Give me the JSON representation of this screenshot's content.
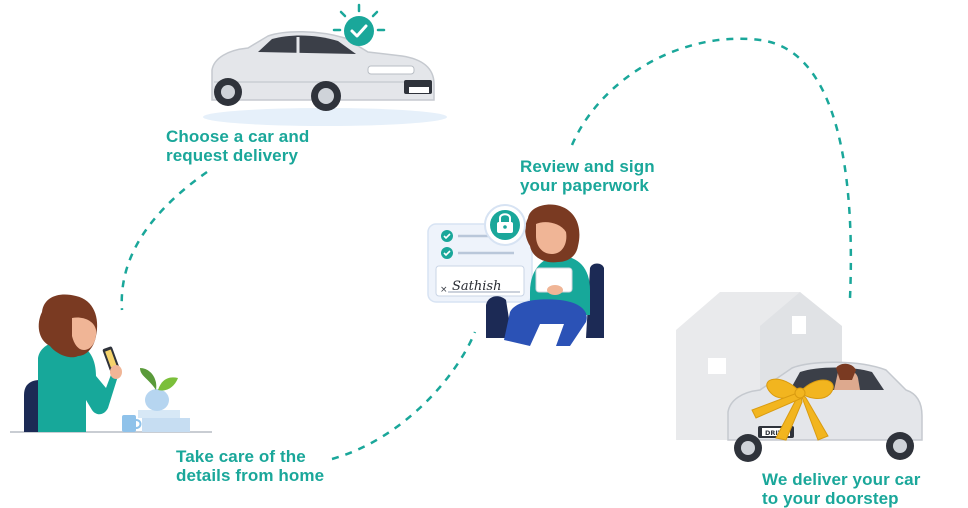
{
  "steps": [
    {
      "id": "choose-car",
      "line1": "Choose a car and",
      "line2": "request delivery"
    },
    {
      "id": "review-sign",
      "line1": "Review and sign",
      "line2": "your paperwork"
    },
    {
      "id": "details-home",
      "line1": "Take care of the",
      "line2": "details from home"
    },
    {
      "id": "deliver",
      "line1": "We deliver your car",
      "line2": "to your doorstep"
    }
  ],
  "signature_text": "Sathish",
  "signature_mark": "×",
  "plate_text": "DRIVE",
  "colors": {
    "accent": "#1aa79a",
    "car_body": "#e4e6ea",
    "hair": "#7a3a22",
    "jacket": "#17a89a",
    "jeans": "#2b52b6",
    "chair": "#1c2a55",
    "bow": "#f2b51f",
    "house": "#e9eaec",
    "document": "#eef3fb"
  }
}
